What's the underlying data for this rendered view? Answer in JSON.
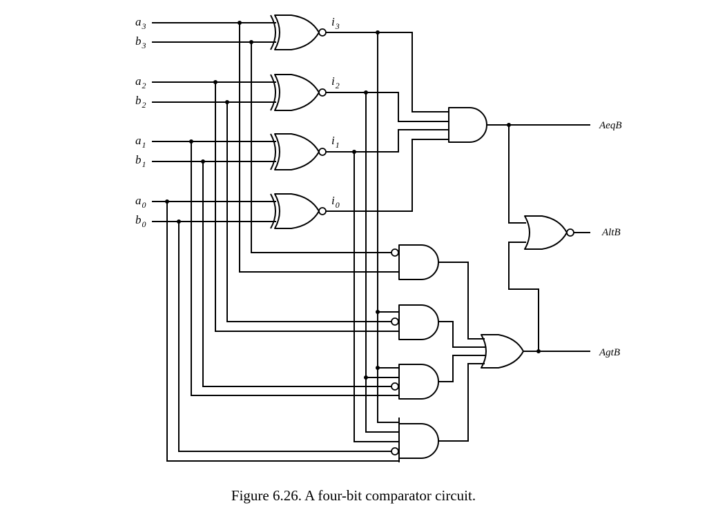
{
  "diagram": {
    "inputs": [
      {
        "letter": "a",
        "sub": "3"
      },
      {
        "letter": "b",
        "sub": "3"
      },
      {
        "letter": "a",
        "sub": "2"
      },
      {
        "letter": "b",
        "sub": "2"
      },
      {
        "letter": "a",
        "sub": "1"
      },
      {
        "letter": "b",
        "sub": "1"
      },
      {
        "letter": "a",
        "sub": "0"
      },
      {
        "letter": "b",
        "sub": "0"
      }
    ],
    "intermediates": [
      {
        "letter": "i",
        "sub": "3"
      },
      {
        "letter": "i",
        "sub": "2"
      },
      {
        "letter": "i",
        "sub": "1"
      },
      {
        "letter": "i",
        "sub": "0"
      }
    ],
    "outputs": {
      "aeqb": "AeqB",
      "altb": "AltB",
      "agtb": "AgtB"
    }
  },
  "caption": "Figure 6.26.  A four-bit comparator circuit."
}
